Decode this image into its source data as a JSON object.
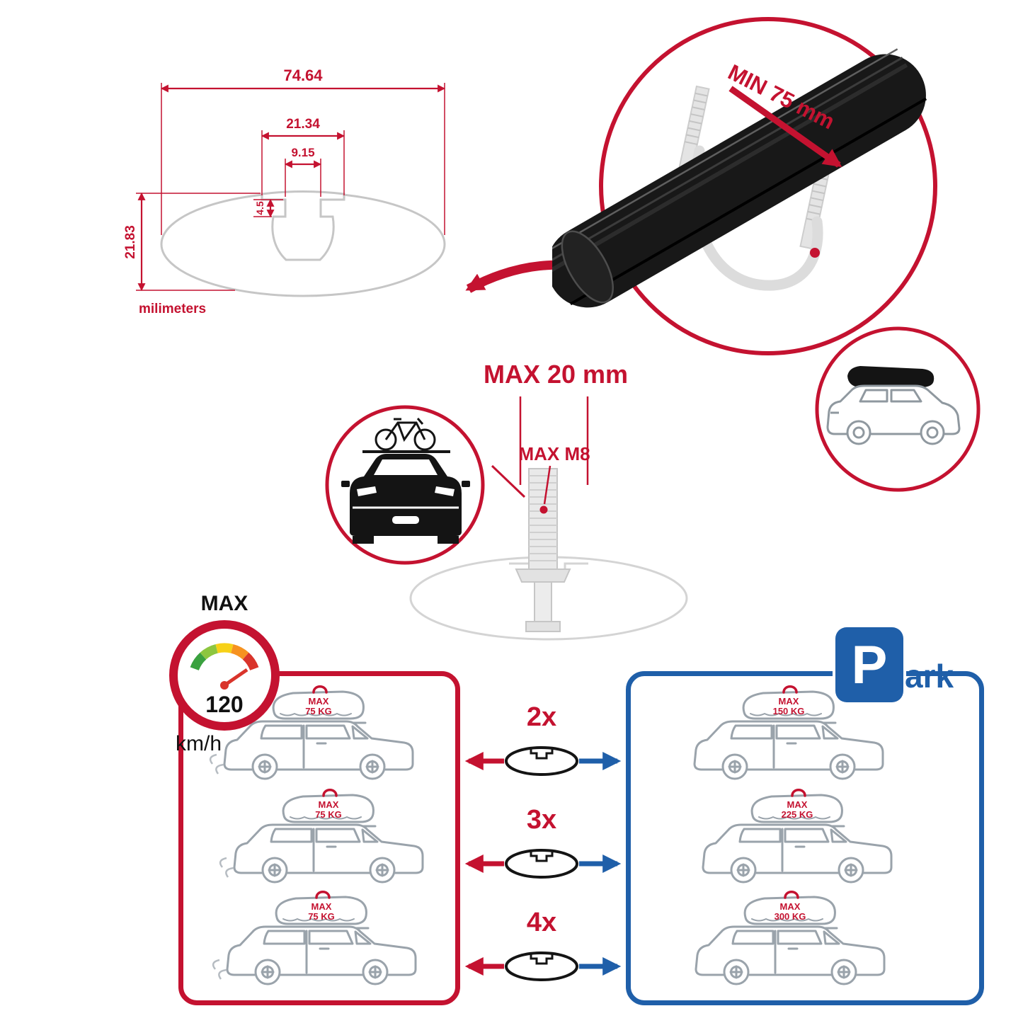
{
  "colors": {
    "red": "#c41230",
    "blue": "#1f5fa9",
    "black": "#141414",
    "line_gray": "#c6c6c6",
    "car_gray": "#9aa3ab"
  },
  "dimension_diagram": {
    "total_width": "74.64",
    "channel_outer_width": "21.34",
    "channel_opening": "9.15",
    "channel_depth": "4.5",
    "total_height": "21.83",
    "units_label": "milimeters"
  },
  "clamp_detail": {
    "min_grip_label": "MIN 75 mm"
  },
  "bolt_detail": {
    "max_length_label": "MAX 20 mm",
    "max_thread_label": "MAX M8"
  },
  "speed_limit": {
    "max_label": "MAX",
    "value": "120",
    "units": "km/h"
  },
  "park_sign": {
    "initial": "P",
    "rest": "ark"
  },
  "load_capacity": {
    "rows": [
      {
        "multiplier": "2x",
        "left": {
          "max": "MAX",
          "weight": "75 KG"
        },
        "right": {
          "max": "MAX",
          "weight": "150 KG"
        }
      },
      {
        "multiplier": "3x",
        "left": {
          "max": "MAX",
          "weight": "75 KG"
        },
        "right": {
          "max": "MAX",
          "weight": "225 KG"
        }
      },
      {
        "multiplier": "4x",
        "left": {
          "max": "MAX",
          "weight": "75 KG"
        },
        "right": {
          "max": "MAX",
          "weight": "300 KG"
        }
      }
    ]
  }
}
